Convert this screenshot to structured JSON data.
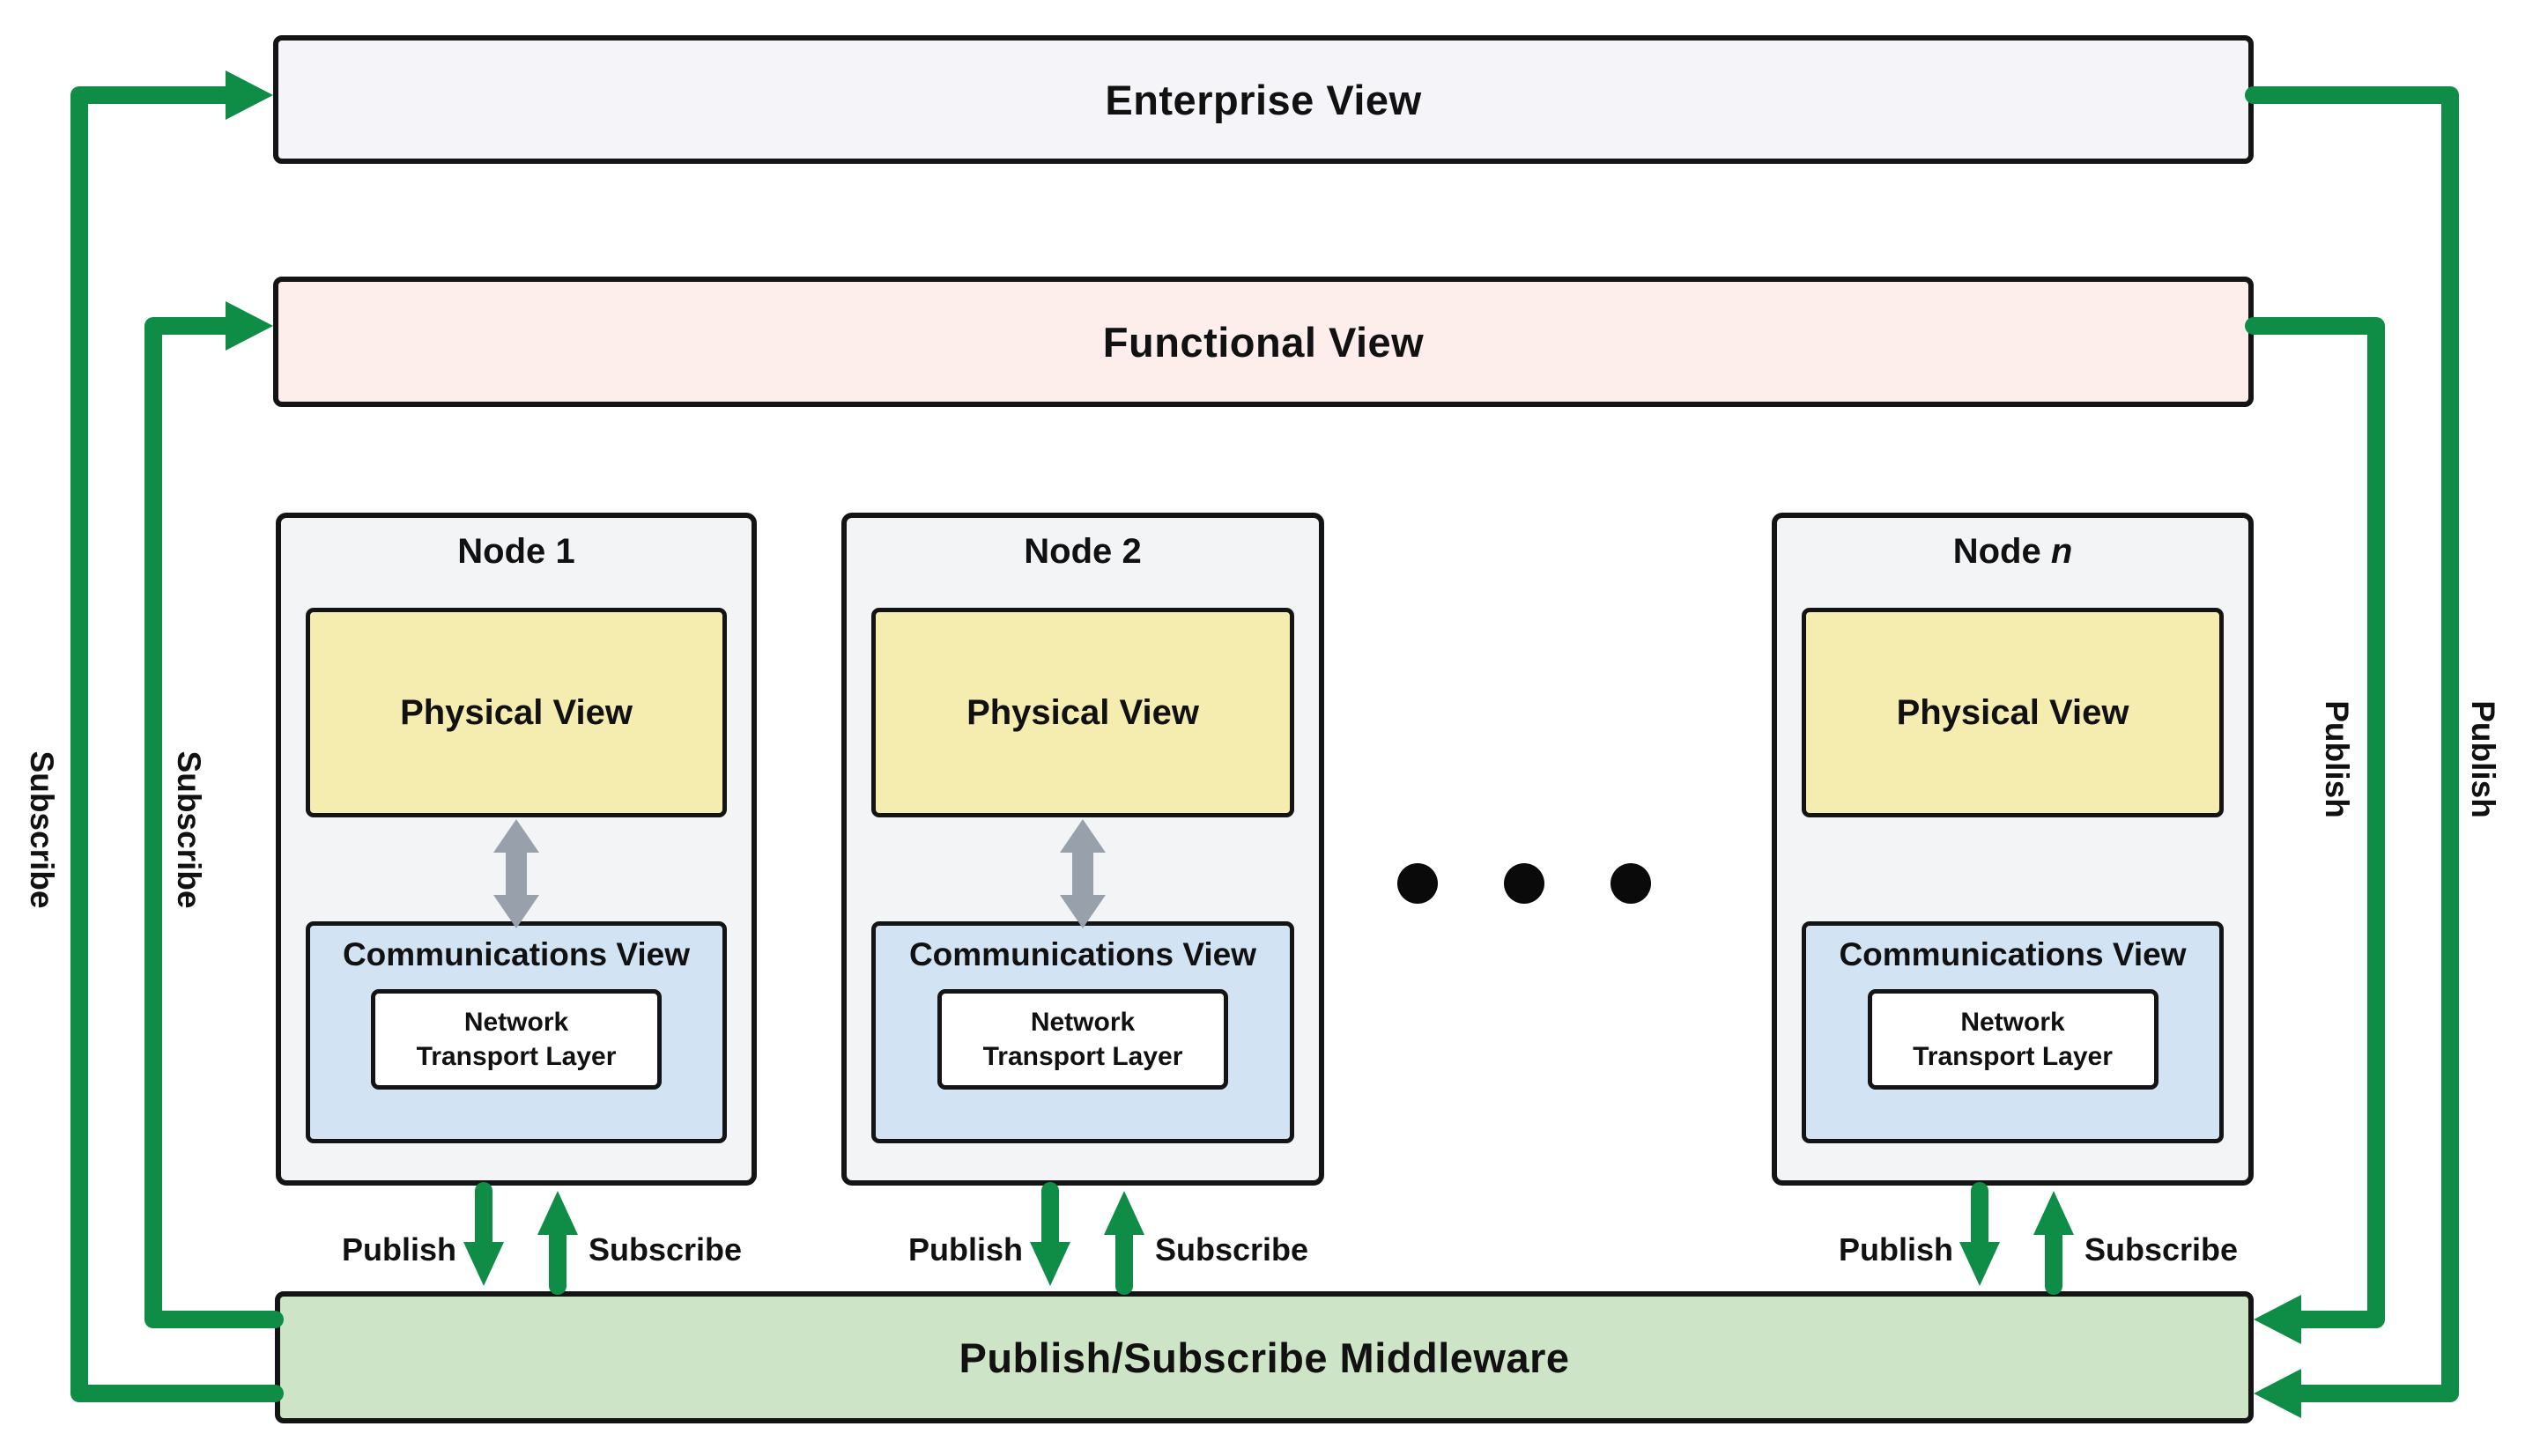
{
  "enterprise": {
    "label": "Enterprise View"
  },
  "functional": {
    "label": "Functional View"
  },
  "middleware": {
    "label": "Publish/Subscribe Middleware"
  },
  "nodes": [
    {
      "title_prefix": "Node",
      "title_suffix": "1",
      "physical_label": "Physical View",
      "comms_label": "Communications View",
      "ntl_line1": "Network",
      "ntl_line2": "Transport Layer",
      "publish_label": "Publish",
      "subscribe_label": "Subscribe"
    },
    {
      "title_prefix": "Node",
      "title_suffix": "2",
      "physical_label": "Physical View",
      "comms_label": "Communications View",
      "ntl_line1": "Network",
      "ntl_line2": "Transport Layer",
      "publish_label": "Publish",
      "subscribe_label": "Subscribe"
    },
    {
      "title_prefix": "Node",
      "title_suffix": "n",
      "physical_label": "Physical View",
      "comms_label": "Communications View",
      "ntl_line1": "Network",
      "ntl_line2": "Transport Layer",
      "publish_label": "Publish",
      "subscribe_label": "Subscribe"
    }
  ],
  "side_labels": {
    "left_outer": "Subscribe",
    "left_inner": "Subscribe",
    "right_inner": "Publish",
    "right_outer": "Publish"
  },
  "colors": {
    "arrow_green": "#0f8c46",
    "sync_arrow_gray": "#98a1ab",
    "outline_black": "#141414",
    "enterprise_fill": "#f5f4f9",
    "functional_fill": "#fdeeec",
    "middleware_fill": "#cde4c6",
    "node_fill": "#f3f4f6",
    "physical_fill": "#f5ecb0",
    "communications_fill": "#d2e3f3",
    "ntl_fill": "#ffffff"
  }
}
